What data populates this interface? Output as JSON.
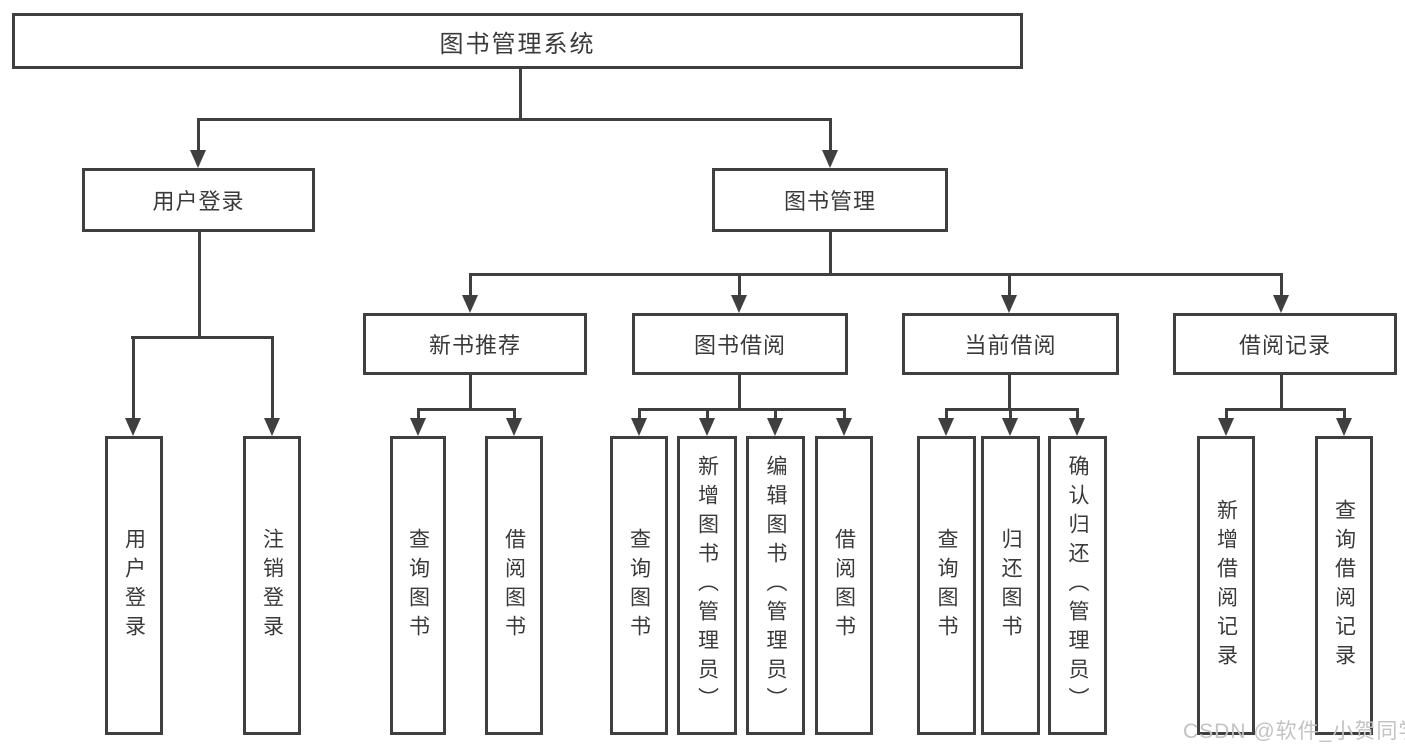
{
  "tree": {
    "label": "图书管理系统",
    "children": [
      {
        "label": "用户登录",
        "children": [
          {
            "label": "用户登录"
          },
          {
            "label": "注销登录"
          }
        ]
      },
      {
        "label": "图书管理",
        "children": [
          {
            "label": "新书推荐",
            "children": [
              {
                "label": "查询图书"
              },
              {
                "label": "借阅图书"
              }
            ]
          },
          {
            "label": "图书借阅",
            "children": [
              {
                "label": "查询图书"
              },
              {
                "label": "新增图书（管理员）"
              },
              {
                "label": "编辑图书（管理员）"
              },
              {
                "label": "借阅图书"
              }
            ]
          },
          {
            "label": "当前借阅",
            "children": [
              {
                "label": "查询图书"
              },
              {
                "label": "归还图书"
              },
              {
                "label": "确认归还（管理员）"
              }
            ]
          },
          {
            "label": "借阅记录",
            "children": [
              {
                "label": "新增借阅记录"
              },
              {
                "label": "查询借阅记录"
              }
            ]
          }
        ]
      }
    ]
  },
  "watermark": {
    "text": "CSDN @软件_小贺同学"
  },
  "colors": {
    "line": "#3f3f3f",
    "text": "#3a3a3a",
    "watermark": "#c3c3c3",
    "background": "#ffffff"
  }
}
